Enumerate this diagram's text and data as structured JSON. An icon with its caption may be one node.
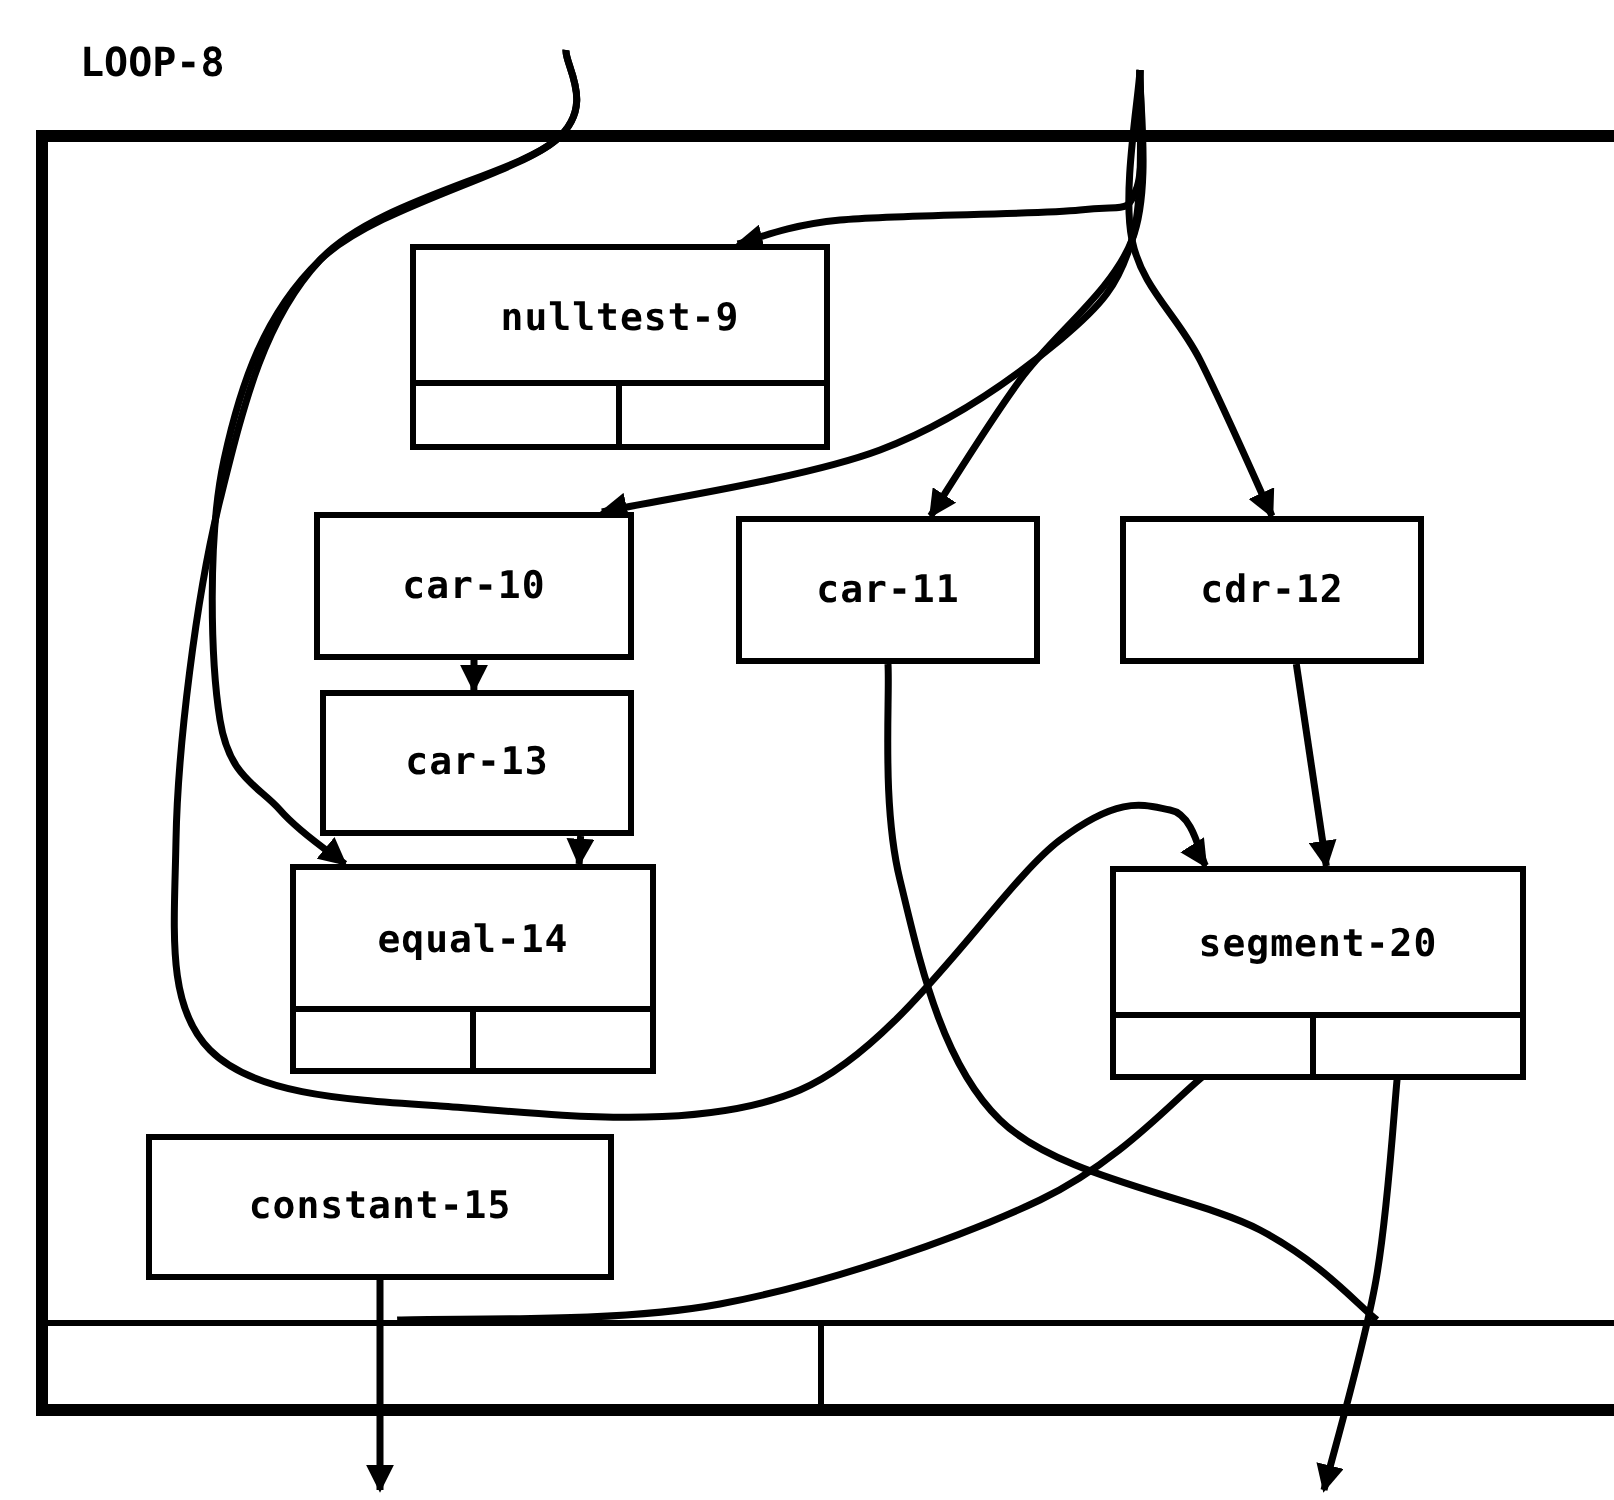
{
  "diagram": {
    "nodes": [
      {
        "text": [
          "LOOP-8"
        ]
      },
      {
        "text": [
          "nulltest-9"
        ],
        "in": 0
      },
      {
        "text": [],
        "shape": "box",
        "in": 1
      },
      {
        "text": [],
        "shape": "box",
        "in": 1
      },
      {
        "text": [
          "car-10"
        ],
        "in": 0
      },
      {
        "text": [
          "car-11"
        ],
        "in": 0
      },
      {
        "text": [
          "cdr-12"
        ],
        "in": 0
      },
      {
        "text": [
          "car-13"
        ],
        "in": 0
      },
      {
        "text": [
          "equal-14"
        ],
        "in": 0
      },
      {
        "text": [],
        "shape": "box",
        "in": 8
      },
      {
        "text": [],
        "shape": "box",
        "in": 8
      },
      {
        "text": [
          "segment-20"
        ],
        "in": 0
      },
      {
        "text": [],
        "shape": "box",
        "in": 11
      },
      {
        "text": [],
        "shape": "box",
        "in": 11
      },
      {
        "text": [
          "constant-15"
        ],
        "in": 0
      },
      {
        "text": [],
        "shape": "box",
        "in": 0
      },
      {
        "text": [],
        "shape": "box",
        "in": 0
      }
    ],
    "edges": [
      {
        "from": null,
        "to": 1,
        "arrow": "to"
      },
      {
        "from": null,
        "to": 4,
        "arrow": "to"
      },
      {
        "from": null,
        "to": 5,
        "arrow": "to"
      },
      {
        "from": null,
        "to": 6,
        "arrow": "to"
      },
      {
        "from": null,
        "to": 8,
        "arrow": "to"
      },
      {
        "from": null,
        "to": 11,
        "arrow": "to"
      },
      {
        "from": 4,
        "to": 7,
        "arrow": "to"
      },
      {
        "from": 7,
        "to": 8,
        "arrow": "to"
      },
      {
        "from": 6,
        "to": 11,
        "arrow": "to"
      },
      {
        "from": 5,
        "to": 16,
        "arrow": "none"
      },
      {
        "from": 14,
        "to": null,
        "arrow": "to"
      },
      {
        "from": 12,
        "to": 15,
        "arrow": "none"
      },
      {
        "from": 13,
        "to": null,
        "arrow": "to"
      }
    ]
  }
}
